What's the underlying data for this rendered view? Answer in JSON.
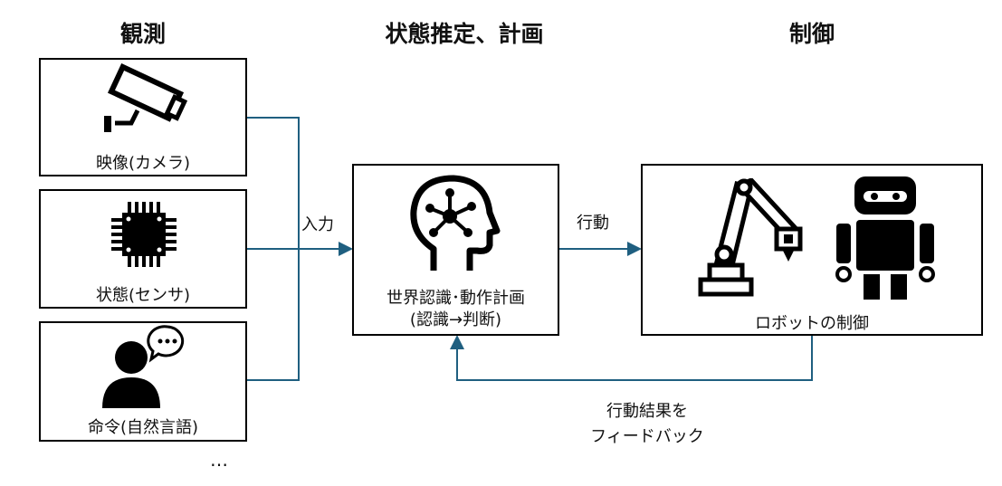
{
  "headings": {
    "observe": "観測",
    "estimate": "状態推定、計画",
    "control": "制御"
  },
  "inputs": [
    {
      "label": "映像(カメラ)",
      "icon": "security-camera-icon"
    },
    {
      "label": "状態(センサ)",
      "icon": "chip-icon"
    },
    {
      "label": "命令(自然言語)",
      "icon": "speaking-person-icon"
    }
  ],
  "more": "…",
  "input_arrow_label": "入力",
  "planner": {
    "line1": "世界認識･動作計画",
    "line2": "(認識→判断)",
    "icon": "brain-head-icon"
  },
  "action_arrow_label": "行動",
  "robot": {
    "label": "ロボットの制御",
    "icons": [
      "robot-arm-icon",
      "robot-icon"
    ]
  },
  "feedback": {
    "line1": "行動結果を",
    "line2": "フィードバック"
  },
  "colors": {
    "arrow": "#1f5f80",
    "border": "#000000"
  }
}
